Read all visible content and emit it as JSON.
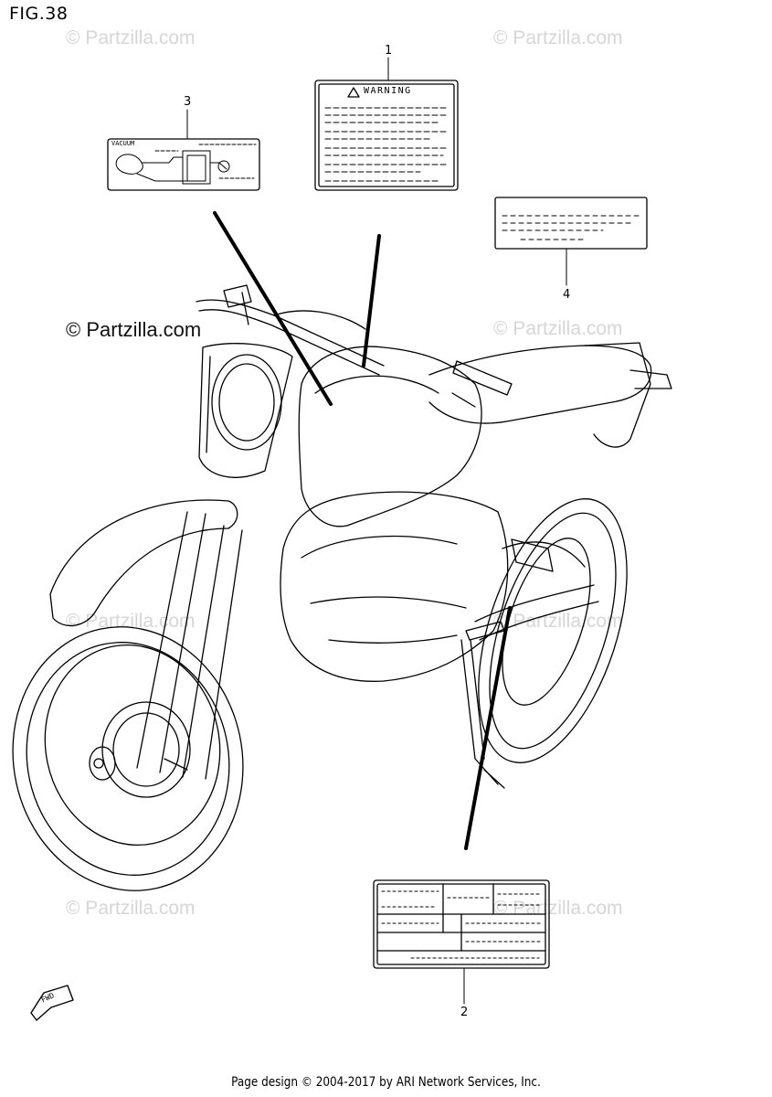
{
  "figure": {
    "title": "FIG.38"
  },
  "watermarks": {
    "light": "© Partzilla.com",
    "prominent": "© Partzilla.com"
  },
  "callouts": [
    {
      "number": "1",
      "part": "warning-label"
    },
    {
      "number": "2",
      "part": "info-label-lower"
    },
    {
      "number": "3",
      "part": "vacuum-hose-label"
    },
    {
      "number": "4",
      "part": "info-label-right"
    }
  ],
  "labels": {
    "warning": "WARNING",
    "vacuum": "VACUUM",
    "fwd": "FWD"
  },
  "footer": {
    "text": "Page design © 2004-2017 by ARI Network Services, Inc."
  }
}
